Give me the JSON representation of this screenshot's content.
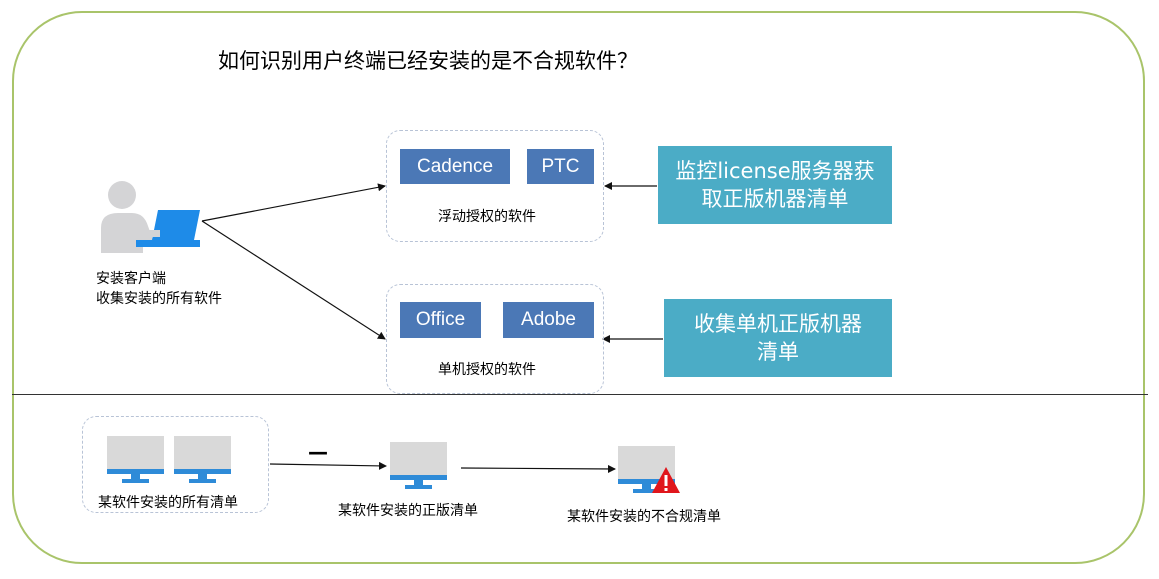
{
  "title": "如何识别用户终端已经安装的是不合规软件？",
  "client": {
    "line1": "安装客户端",
    "line2": "收集安装的所有软件"
  },
  "floating": {
    "tag1": "Cadence",
    "tag2": "PTC",
    "caption": "浮动授权的软件"
  },
  "single": {
    "tag1": "Office",
    "tag2": "Adobe",
    "caption": "单机授权的软件"
  },
  "monitor_box": {
    "line1": "监控license服务器获",
    "line2": "取正版机器清单"
  },
  "collect_box": {
    "line1": "收集单机正版机器",
    "line2": "清单"
  },
  "minus_sign": "—",
  "bottom": {
    "all_list": "某软件安装的所有清单",
    "genuine_list": "某软件安装的正版清单",
    "noncompliant_list": "某软件安装的不合规清单"
  },
  "colors": {
    "frame": "#a9c46a",
    "tag": "#4b78b6",
    "teal": "#4bacc6",
    "monitor": "#d9d9d9",
    "monitor_stand": "#2e8bd8",
    "warning": "#e0161c"
  }
}
